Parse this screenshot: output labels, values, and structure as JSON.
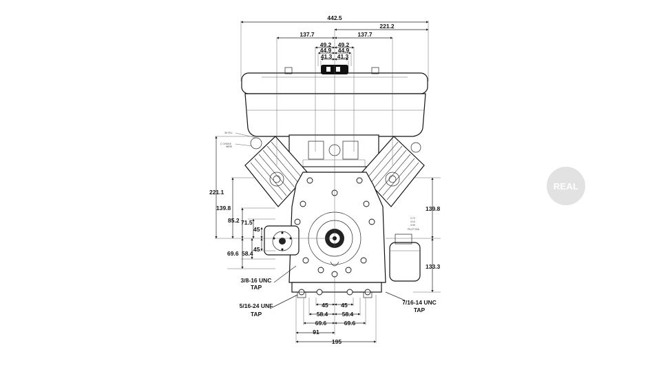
{
  "dimensions": {
    "overall_width": "442.5",
    "half_width": "221.2",
    "left_center": "137.7",
    "right_center": "137.7",
    "top_l1": "49.2",
    "top_r1": "49.2",
    "top_l2": "44.9",
    "top_r2": "44.9",
    "top_l3": "41.3",
    "top_r3": "41.3",
    "left_height": "221.1",
    "left_139": "139.8",
    "left_85": "85.2",
    "left_71": "71.5",
    "left_45a": "45",
    "left_45b": "45",
    "left_58": "58.4",
    "left_69": "69.6",
    "right_139": "139.8",
    "right_133": "133.3",
    "bottom_45l": "45",
    "bottom_45r": "45",
    "bottom_58l": "58.4",
    "bottom_58r": "58.4",
    "bottom_69l": "69.6",
    "bottom_69r": "69.6",
    "bottom_91": "91",
    "bottom_195": "195"
  },
  "notes": {
    "tap1_line1": "3/8-16 UNC",
    "tap1_line2": "TAP",
    "tap2_line1": "5/16-24 UNF",
    "tap2_line2": "TAP",
    "tap3_line1": "7/16-14 UNC",
    "tap3_line2": "TAP"
  },
  "badge": {
    "label": "REAL"
  }
}
